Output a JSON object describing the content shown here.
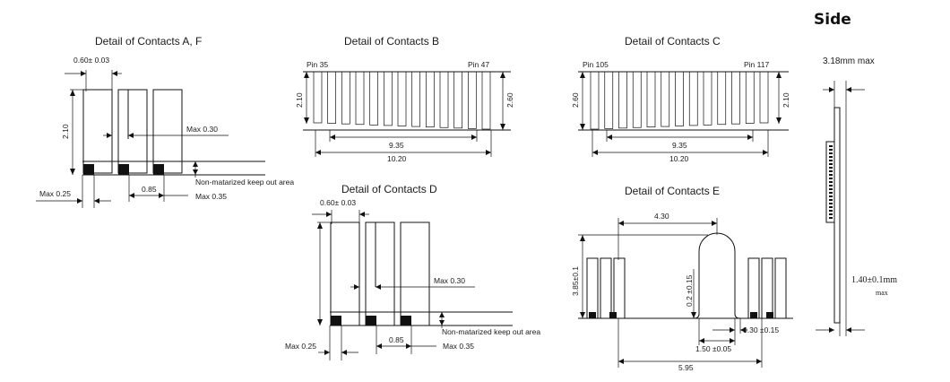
{
  "side_label": "Side",
  "detail_af": {
    "title": "Detail of Contacts A, F",
    "width": "0.60± 0.03",
    "height": "2.10",
    "max_a": "Max 0.30",
    "keepout": "Non-matarized keep out area",
    "max_b": "Max 0.25",
    "pitch": "0.85",
    "max_c": "Max 0.35"
  },
  "detail_b": {
    "title": "Detail of Contacts B",
    "pin_start": "Pin 35",
    "pin_end": "Pin 47",
    "left_height": "2.10",
    "right_height": "2.60",
    "inner_width": "9.35",
    "outer_width": "10.20"
  },
  "detail_c": {
    "title": "Detail of Contacts C",
    "pin_start": "Pin 105",
    "pin_end": "Pin 117",
    "left_height": "2.60",
    "right_height": "2.10",
    "inner_width": "9.35",
    "outer_width": "10.20"
  },
  "detail_d": {
    "title": "Detail of Contacts D",
    "width": "0.60± 0.03",
    "max_a": "Max 0.30",
    "keepout": "Non-matarized keep out area",
    "max_b": "Max 0.25",
    "pitch": "0.85",
    "max_c": "Max 0.35"
  },
  "detail_e": {
    "title": "Detail of Contacts E",
    "top_width": "4.30",
    "height": "3.85±0.1",
    "radius": "0.2 ±0.15",
    "gap": "1.50 ±0.05",
    "offset": "0.30 ±0.15",
    "bottom_width": "5.95"
  },
  "side_view": {
    "thickness": "3.18mm max",
    "pcb": "1.40±0.1mm",
    "pcb_max": "max"
  }
}
